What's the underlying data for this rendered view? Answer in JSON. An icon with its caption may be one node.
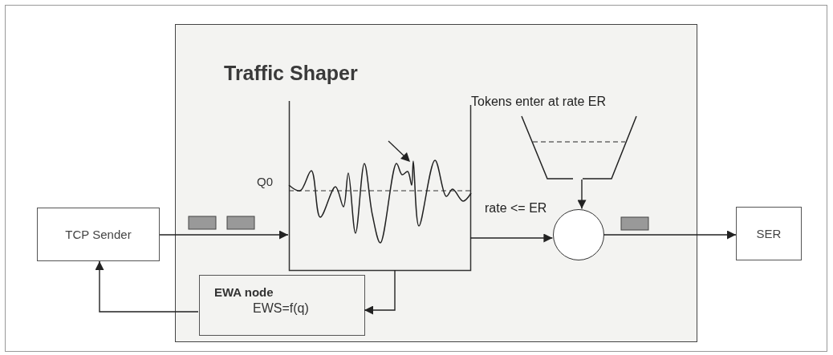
{
  "diagram": {
    "nodes": [
      {
        "text": [
          "Traffic Shaper"
        ]
      },
      {
        "text": [
          "TCP Sender"
        ]
      },
      {
        "text": [],
        "shape": "box",
        "in": 0,
        "beside": [
          "Q0"
        ]
      },
      {
        "text": [
          "Tokens enter at rate ER"
        ],
        "in": 0
      },
      {
        "text": [],
        "shape": "circle",
        "in": 0
      },
      {
        "text": [
          "SER"
        ]
      },
      {
        "text": [
          "EWA node",
          "EWS=f(q)"
        ],
        "in": 0
      }
    ],
    "edges": [
      {
        "from": 1,
        "to": 2,
        "arrow": "to"
      },
      {
        "from": 2,
        "to": 4,
        "arrow": "to",
        "label": "rate <= ER"
      },
      {
        "from": 3,
        "to": 4,
        "arrow": "to"
      },
      {
        "from": 4,
        "to": 5,
        "arrow": "to"
      },
      {
        "from": 2,
        "to": 6,
        "arrow": "to"
      },
      {
        "from": 6,
        "to": 1,
        "arrow": "to"
      }
    ]
  }
}
